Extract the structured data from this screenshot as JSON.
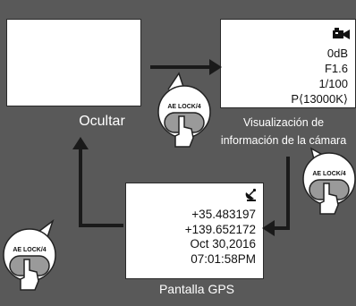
{
  "colors": {
    "background": "#595959",
    "panel": "#ffffff",
    "arrow": "#1a1a1a",
    "button_fill": "#9a9a9a",
    "text_light": "#ffffff",
    "text_dark": "#111111"
  },
  "hidden_panel": {
    "caption": "Ocultar"
  },
  "camera_panel": {
    "icon": "video-camera-icon",
    "lines": [
      "0dB",
      "F1.6",
      "1/100",
      "P⟨13000K⟩"
    ],
    "caption_lines": [
      "Visualización de",
      "información de la cámara"
    ]
  },
  "gps_panel": {
    "icon": "satellite-dish-icon",
    "lines": [
      "+35.483197",
      "+139.652172",
      "Oct 30,2016",
      "07:01:58PM"
    ],
    "caption": "Pantalla GPS"
  },
  "button_label": "AE LOCK/4"
}
